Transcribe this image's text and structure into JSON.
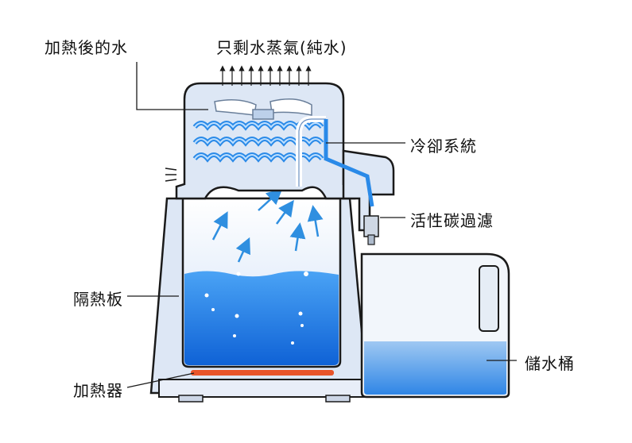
{
  "labels": {
    "heated_water": "加熱後的水",
    "steam_only": "只剩水蒸氣(純水)",
    "cooling_system": "冷卻系統",
    "carbon_filter": "活性碳過濾",
    "insulation_board": "隔熱板",
    "heater": "加熱器",
    "storage_bucket": "儲水桶"
  },
  "colors": {
    "water": "#1e78e6",
    "coil": "#3aa0f0",
    "heater": "#e8542a",
    "body": "#dde7f5",
    "outline": "#1a1a1a",
    "arrow": "#2f8fe0"
  }
}
